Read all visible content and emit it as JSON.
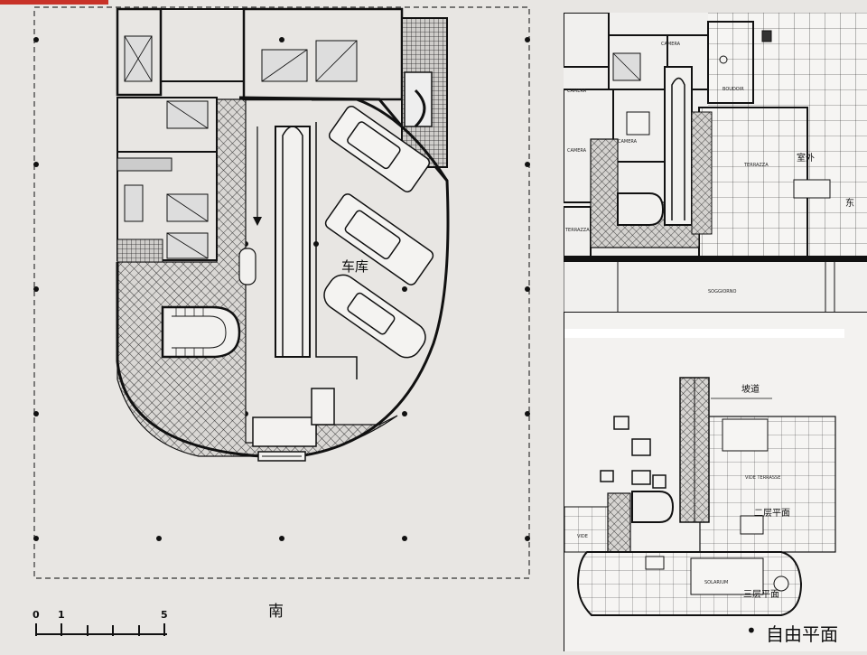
{
  "left_plan": {
    "garage_label": "车库",
    "south_label": "南",
    "scale": {
      "ticks": [
        "0",
        "1",
        "5"
      ]
    }
  },
  "top_right_plan": {
    "outside_label": "室外",
    "east_label": "东",
    "room_labels": [
      "CAMERA",
      "CAMERA",
      "BOUDOIR",
      "CAMERA",
      "CAMERA",
      "TERRAZZA",
      "TERRAZZA",
      "SOGGIORNO"
    ]
  },
  "bottom_right_plan": {
    "ramp_label": "坡道",
    "second_floor_label": "二层平面",
    "third_floor_label": "三层平面",
    "terrace_label": "VIDE  TERRASSE",
    "solarium_label": "SOLARIUM",
    "vide_label": "VIDE"
  },
  "caption": {
    "bullet": "•",
    "text": "自由平面"
  },
  "colors": {
    "line": "#111111",
    "hatch": "#333333",
    "paper": "#e8e6e3"
  }
}
